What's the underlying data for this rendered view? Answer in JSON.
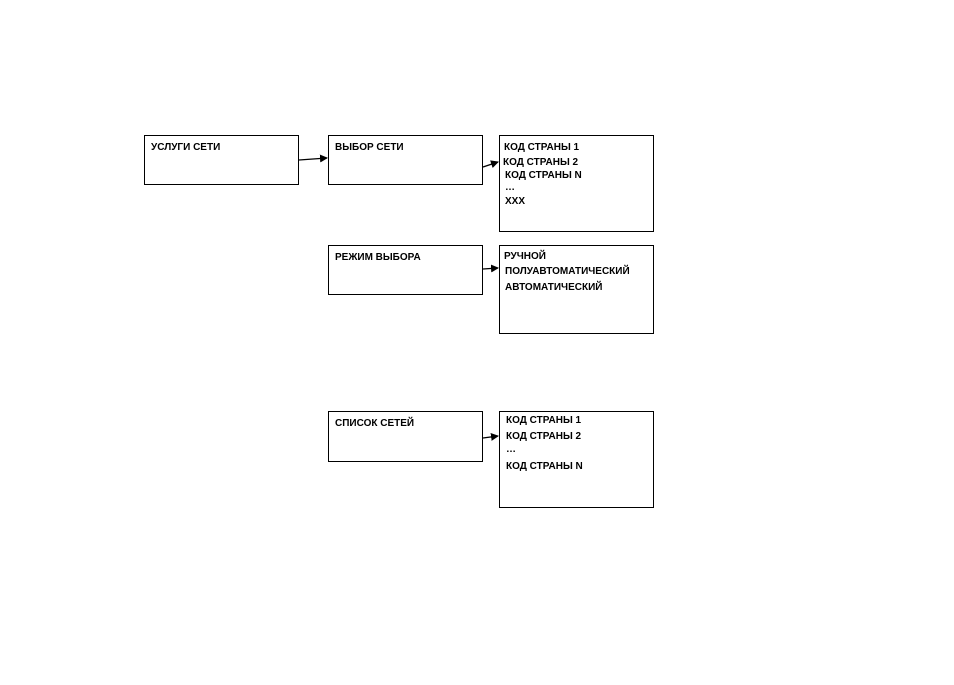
{
  "diagram": {
    "root": {
      "label": "УСЛУГИ СЕТИ"
    },
    "network_selection": {
      "label": "ВЫБОР СЕТИ",
      "options": [
        "КОД СТРАНЫ 1",
        "КОД СТРАНЫ 2",
        "КОД СТРАНЫ N",
        "…",
        "XXX"
      ]
    },
    "selection_mode": {
      "label": "РЕЖИМ ВЫБОРА",
      "options": [
        "РУЧНОЙ",
        "ПОЛУАВТОМАТИЧЕСКИЙ",
        "АВТОМАТИЧЕСКИЙ"
      ]
    },
    "network_list": {
      "label": "СПИСОК СЕТЕЙ",
      "options": [
        "КОД СТРАНЫ 1",
        "КОД СТРАНЫ 2",
        "…",
        "КОД СТРАНЫ N"
      ]
    }
  }
}
